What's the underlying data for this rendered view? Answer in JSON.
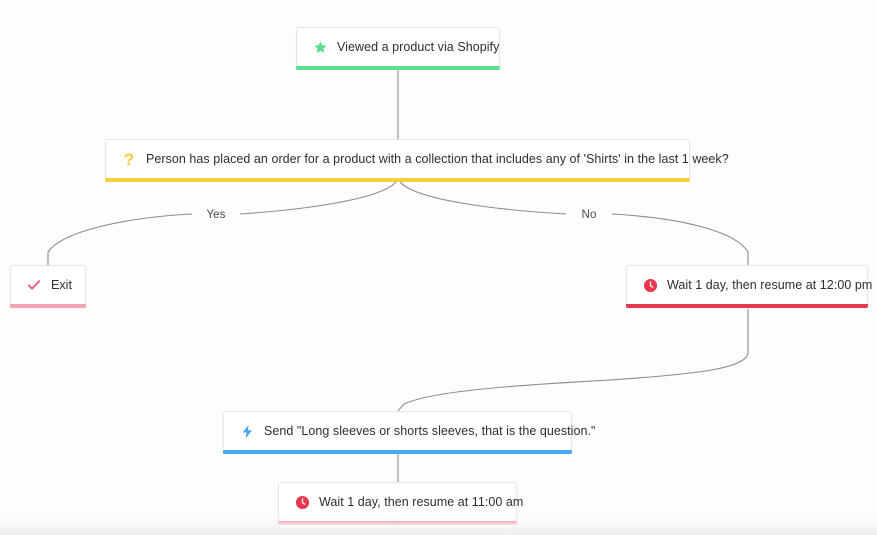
{
  "canvas": {
    "background": "#fdfdfd",
    "edge_color": "#8c8c8c"
  },
  "nodes": [
    {
      "id": "trigger",
      "type": "trigger",
      "icon": "star-icon",
      "label": "Viewed a product via Shopify",
      "accent": "#5ce092"
    },
    {
      "id": "condition",
      "type": "condition",
      "icon": "question-mark-icon",
      "label": "Person has placed an order for a product with a collection that includes any of 'Shirts' in the last 1 week?",
      "accent": "#f5d23c"
    },
    {
      "id": "exit",
      "type": "exit",
      "icon": "check-icon",
      "label": "Exit",
      "accent": "#f1a4b0"
    },
    {
      "id": "wait-1",
      "type": "delay",
      "icon": "clock-icon",
      "label": "Wait 1 day, then resume at 12:00 pm",
      "accent": "#e8384f"
    },
    {
      "id": "send",
      "type": "message",
      "icon": "lightning-bolt-icon",
      "label": "Send \"Long sleeves or shorts sleeves, that is the question.\"",
      "accent": "#4aa8f0"
    },
    {
      "id": "wait-2",
      "type": "delay",
      "icon": "clock-icon",
      "label": "Wait 1 day, then resume at 11:00 am",
      "accent": "#e8384f"
    }
  ],
  "edges": {
    "yes_label": "Yes",
    "no_label": "No"
  }
}
